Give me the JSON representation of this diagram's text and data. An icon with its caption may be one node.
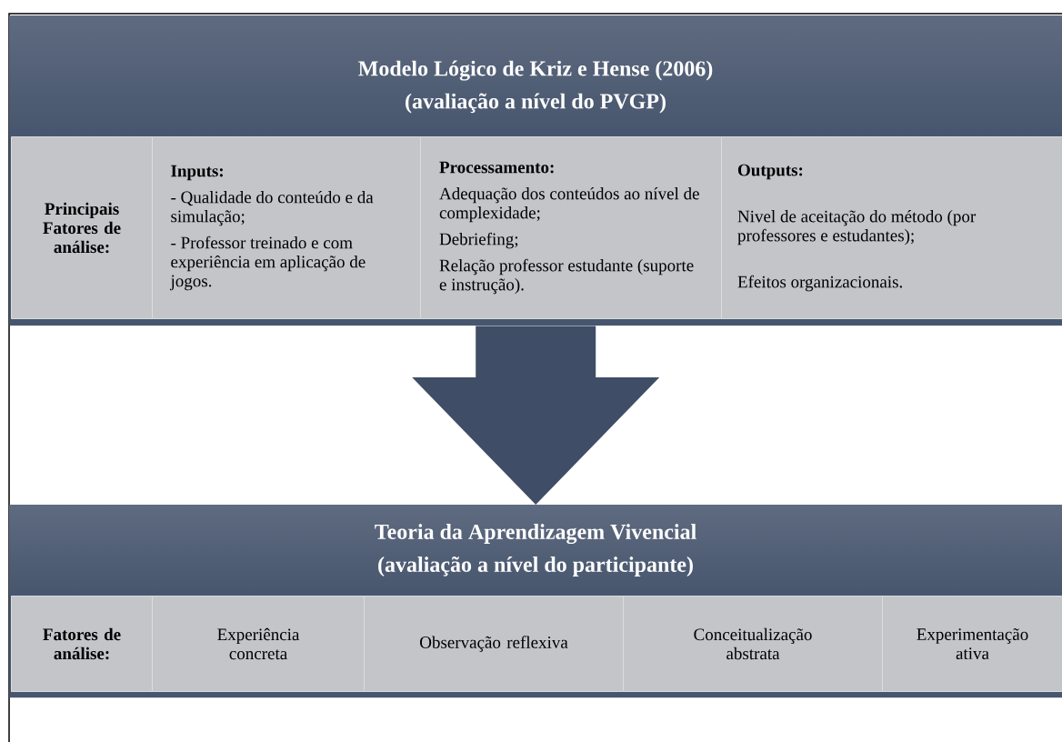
{
  "diagram": {
    "nodes": [
      {
        "text": [
          "Modelo Lógico de Kriz e Hense (2006)",
          "(avaliação a nível do PVGP)"
        ]
      },
      {
        "text": [
          "Principais Fatores de análise:"
        ],
        "in": 0
      },
      {
        "text": [
          "Inputs:",
          "- Qualidade do conteúdo e da simulação;",
          "- Professor treinado e com experiência em aplicação de jogos."
        ],
        "in": 0
      },
      {
        "text": [
          "Processamento:",
          "Adequação dos conteúdos ao nível de complexidade;",
          "Debriefing;",
          "Relação professor estudante (suporte e instrução)."
        ],
        "in": 0
      },
      {
        "text": [
          "Outputs:",
          "Nivel de aceitação do método (por professores e estudantes);",
          "Efeitos organizacionais."
        ],
        "in": 0
      },
      {
        "text": [
          "Teoria da Aprendizagem Vivencial",
          "(avaliação a nível do participante)"
        ]
      },
      {
        "text": [
          "Fatores de análise:"
        ],
        "in": 5
      },
      {
        "text": [
          "Experiência concreta"
        ],
        "in": 5
      },
      {
        "text": [
          "Observação reflexiva"
        ],
        "in": 5
      },
      {
        "text": [
          "Conceitualização abstrata"
        ],
        "in": 5
      },
      {
        "text": [
          "Experimentação ativa"
        ],
        "in": 5
      }
    ],
    "edges": [
      {
        "from": 0,
        "to": 5,
        "arrow": "to"
      }
    ]
  }
}
